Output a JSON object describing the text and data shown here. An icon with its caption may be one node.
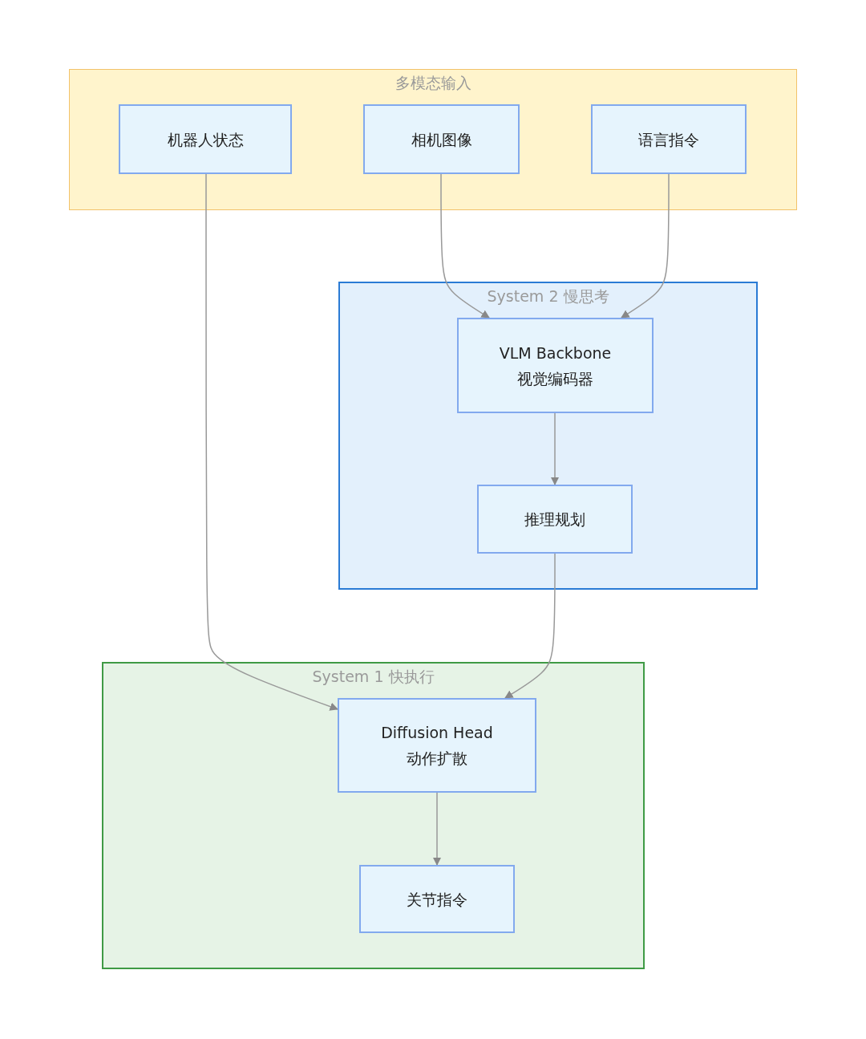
{
  "diagram": {
    "nodes": [
      {
        "text": [
          "多模态输入"
        ]
      },
      {
        "text": [
          "机器人状态"
        ],
        "in": 0
      },
      {
        "text": [
          "相机图像"
        ],
        "in": 0
      },
      {
        "text": [
          "语言指令"
        ],
        "in": 0
      },
      {
        "text": [
          "System 2 慢思考"
        ]
      },
      {
        "text": [
          "VLM Backbone",
          "视觉编码器"
        ],
        "in": 4
      },
      {
        "text": [
          "推理规划"
        ],
        "in": 4
      },
      {
        "text": [
          "System 1 快执行"
        ]
      },
      {
        "text": [
          "Diffusion Head",
          "动作扩散"
        ],
        "in": 7
      },
      {
        "text": [
          "关节指令"
        ],
        "in": 7
      }
    ],
    "edges": [
      {
        "from": 1,
        "to": 8,
        "arrow": "to"
      },
      {
        "from": 2,
        "to": 5,
        "arrow": "to"
      },
      {
        "from": 3,
        "to": 5,
        "arrow": "to"
      },
      {
        "from": 5,
        "to": 6,
        "arrow": "to"
      },
      {
        "from": 6,
        "to": 8,
        "arrow": "to"
      },
      {
        "from": 8,
        "to": 9,
        "arrow": "to"
      }
    ]
  }
}
